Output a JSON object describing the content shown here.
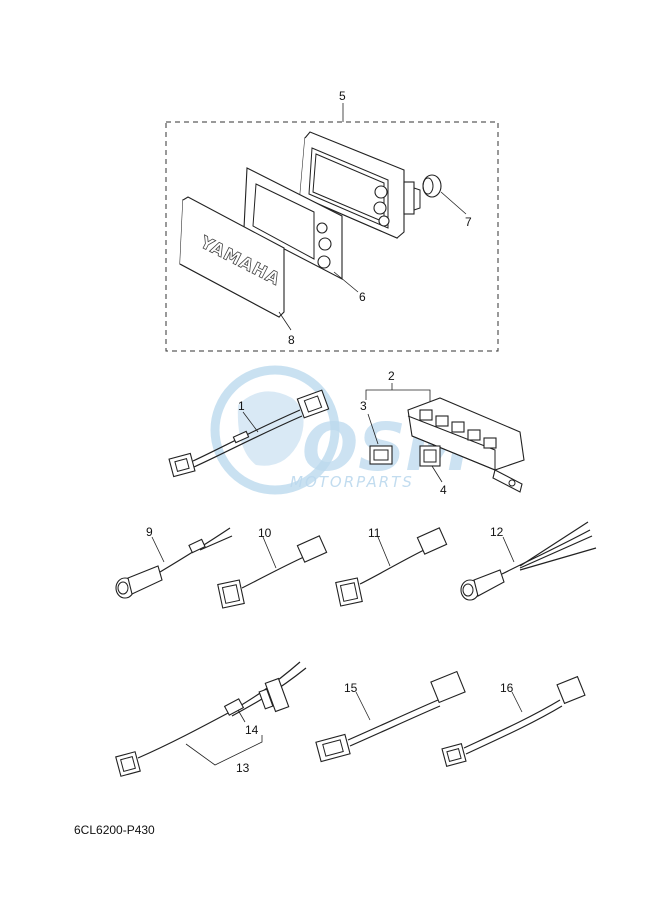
{
  "diagram": {
    "callouts": [
      "1",
      "2",
      "3",
      "4",
      "5",
      "6",
      "7",
      "8",
      "9",
      "10",
      "11",
      "12",
      "13",
      "14",
      "15",
      "16"
    ],
    "display_brand": "YAMAHA",
    "watermark": {
      "logo_text": "OSM",
      "subtitle": "MOTORPARTS"
    },
    "drawing_code": "6CL6200-P430",
    "colors": {
      "line": "#222222",
      "watermark": "#bcd9ee"
    }
  }
}
